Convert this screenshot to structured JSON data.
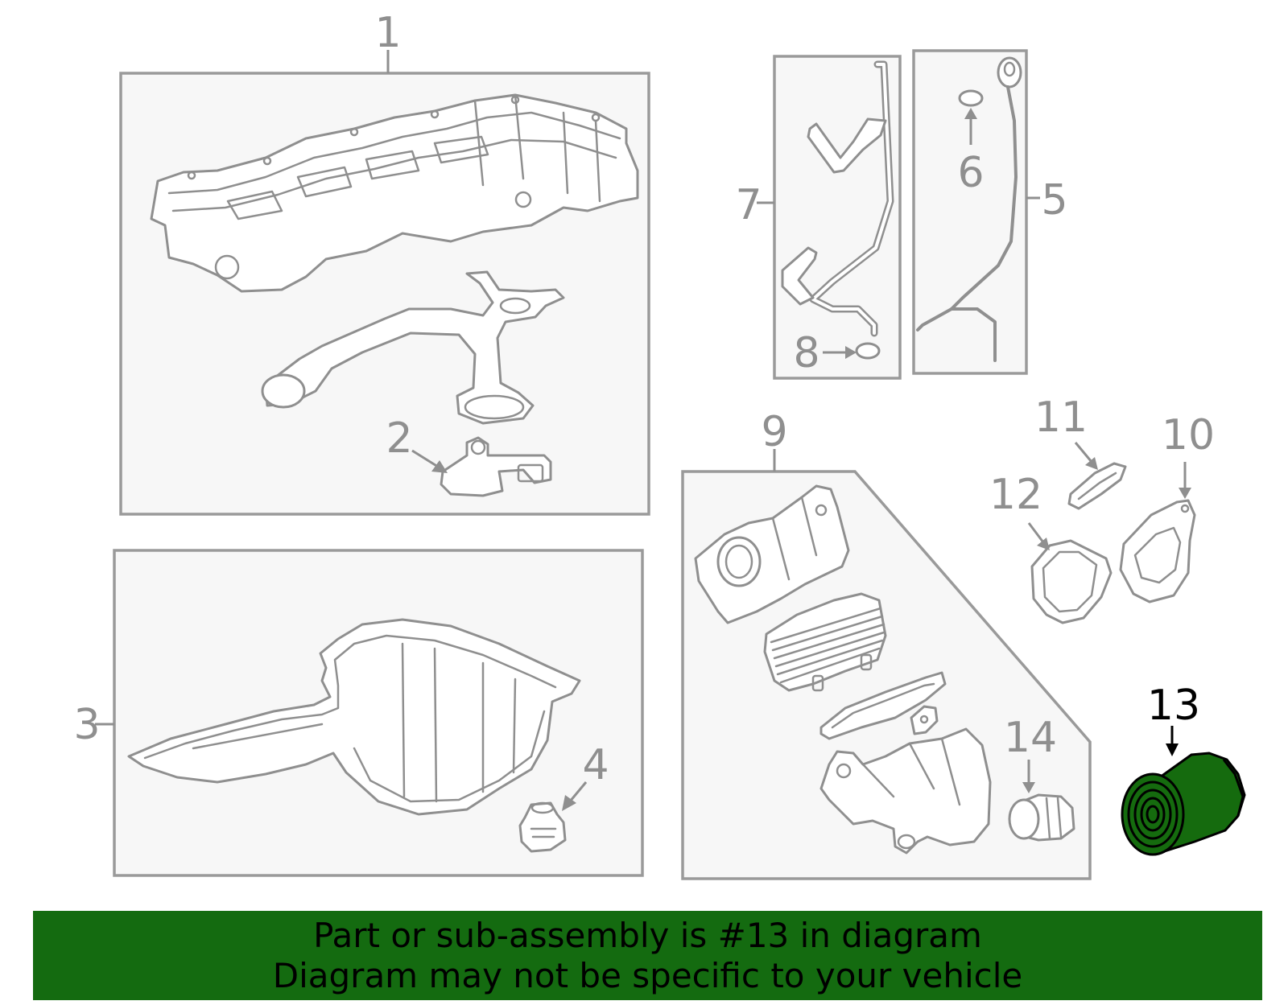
{
  "callouts": {
    "c1": "1",
    "c2": "2",
    "c3": "3",
    "c4": "4",
    "c5": "5",
    "c6": "6",
    "c7": "7",
    "c8": "8",
    "c9": "9",
    "c10": "10",
    "c11": "11",
    "c12": "12",
    "c13": "13",
    "c14": "14"
  },
  "highlight": {
    "part_number": "13",
    "color": "#156b0e"
  },
  "banner": {
    "line1": "Part or sub-assembly is #13 in diagram",
    "line2": "Diagram may not be specific to your vehicle",
    "background": "#146b10"
  }
}
